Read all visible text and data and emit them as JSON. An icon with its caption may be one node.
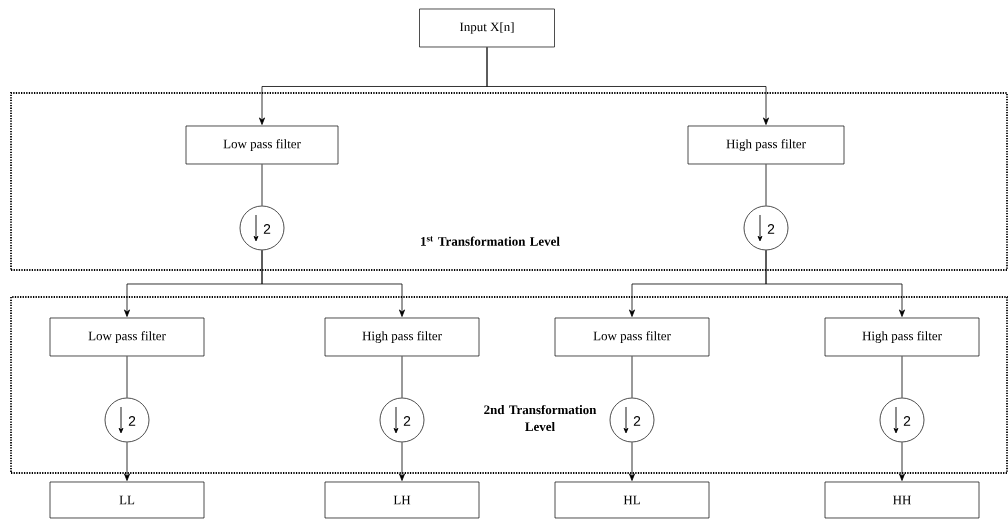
{
  "diagram": {
    "nodes": [
      {
        "text": [
          "Input X[n]"
        ]
      },
      {
        "text": [
          "1$^{st}$ Transformation Level"
        ]
      },
      {
        "text": [
          "Low pass filter"
        ],
        "in": 1
      },
      {
        "text": [
          "2"
        ],
        "in": 1
      },
      {
        "text": [
          "High pass filter"
        ],
        "in": 1
      },
      {
        "text": [
          "2"
        ],
        "in": 1
      },
      {
        "text": [
          "2nd Transformation Level"
        ]
      },
      {
        "text": [
          "Low pass filter"
        ],
        "in": 6
      },
      {
        "text": [
          "2"
        ],
        "in": 6
      },
      {
        "text": [
          "High pass filter"
        ],
        "in": 6
      },
      {
        "text": [
          "2"
        ],
        "in": 6
      },
      {
        "text": [
          "Low pass filter"
        ],
        "in": 6
      },
      {
        "text": [
          "2"
        ],
        "in": 6
      },
      {
        "text": [
          "High pass filter"
        ],
        "in": 6
      },
      {
        "text": [
          "2"
        ],
        "in": 6
      },
      {
        "text": [
          "LL"
        ]
      },
      {
        "text": [
          "LH"
        ]
      },
      {
        "text": [
          "HL"
        ]
      },
      {
        "text": [
          "HH"
        ]
      }
    ],
    "edges": [
      {
        "from": 0,
        "to": 2,
        "arrow": "to"
      },
      {
        "from": 0,
        "to": 4,
        "arrow": "to"
      },
      {
        "from": 2,
        "to": 3,
        "arrow": "none"
      },
      {
        "from": 4,
        "to": 5,
        "arrow": "none"
      },
      {
        "from": 3,
        "to": 7,
        "arrow": "to"
      },
      {
        "from": 3,
        "to": 9,
        "arrow": "to"
      },
      {
        "from": 5,
        "to": 11,
        "arrow": "to"
      },
      {
        "from": 5,
        "to": 13,
        "arrow": "to"
      },
      {
        "from": 7,
        "to": 8,
        "arrow": "none"
      },
      {
        "from": 9,
        "to": 10,
        "arrow": "none"
      },
      {
        "from": 11,
        "to": 12,
        "arrow": "none"
      },
      {
        "from": 13,
        "to": 14,
        "arrow": "none"
      },
      {
        "from": 8,
        "to": 15,
        "arrow": "to"
      },
      {
        "from": 10,
        "to": 16,
        "arrow": "to"
      },
      {
        "from": 12,
        "to": 17,
        "arrow": "to"
      },
      {
        "from": 14,
        "to": 18,
        "arrow": "to"
      }
    ]
  }
}
